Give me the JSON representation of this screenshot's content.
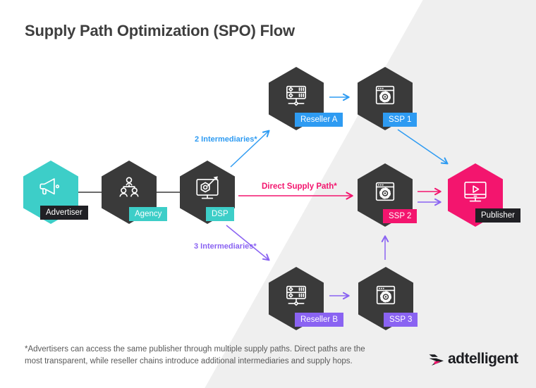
{
  "title": "Supply Path Optimization (SPO) Flow",
  "nodes": [
    {
      "id": "advertiser",
      "label": "Advertiser",
      "icon": "megaphone-icon",
      "hex_color": "#3DCEC8",
      "badge_color": "#202024"
    },
    {
      "id": "agency",
      "label": "Agency",
      "icon": "org-chart-icon",
      "hex_color": "#3A3A3A",
      "badge_color": "#3DCEC8"
    },
    {
      "id": "dsp",
      "label": "DSP",
      "icon": "monitor-target-icon",
      "hex_color": "#3A3A3A",
      "badge_color": "#3DCEC8"
    },
    {
      "id": "reseller-a",
      "label": "Reseller A",
      "icon": "server-icon",
      "hex_color": "#3A3A3A",
      "badge_color": "#2E9BF2"
    },
    {
      "id": "ssp-1",
      "label": "SSP 1",
      "icon": "browser-gear-icon",
      "hex_color": "#3A3A3A",
      "badge_color": "#2E9BF2"
    },
    {
      "id": "ssp-2",
      "label": "SSP 2",
      "icon": "browser-gear-icon",
      "hex_color": "#3A3A3A",
      "badge_color": "#F3156E"
    },
    {
      "id": "publisher",
      "label": "Publisher",
      "icon": "monitor-play-icon",
      "hex_color": "#F3156E",
      "badge_color": "#202024"
    },
    {
      "id": "reseller-b",
      "label": "Reseller B",
      "icon": "server-icon",
      "hex_color": "#3A3A3A",
      "badge_color": "#8A63F2"
    },
    {
      "id": "ssp-3",
      "label": "SSP 3",
      "icon": "browser-gear-icon",
      "hex_color": "#3A3A3A",
      "badge_color": "#8A63F2"
    }
  ],
  "path_labels": [
    {
      "text": "2 Intermediaries*",
      "color": "#2E9BF2"
    },
    {
      "text": "Direct Supply Path*",
      "color": "#F3156E"
    },
    {
      "text": "3 Intermediaries*",
      "color": "#8A63F2"
    }
  ],
  "footnote": {
    "line1": "*Advertisers can access the same publisher through multiple supply paths. Direct paths are the",
    "line2": "most transparent, while reseller chains introduce additional intermediaries and supply hops."
  },
  "logo": {
    "text": "adtelligent"
  },
  "colors": {
    "background": "#FFFFFF",
    "diagonal_panel": "#EFEFEF",
    "dark_hex": "#3A3A3A",
    "teal": "#3DCEC8",
    "pink": "#F3156E",
    "blue": "#2E9BF2",
    "purple": "#8A63F2",
    "title_text": "#3E3E3E",
    "footnote_text": "#595959"
  }
}
